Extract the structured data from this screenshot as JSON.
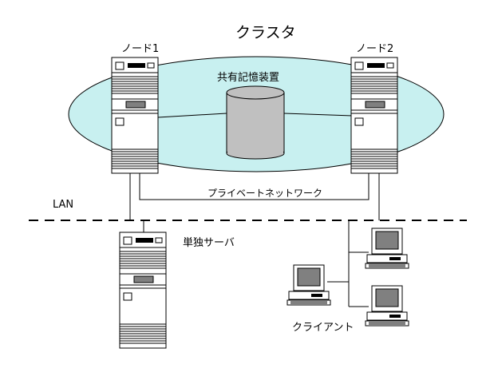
{
  "diagram": {
    "cluster_label": "クラスタ",
    "node1_label": "ノード1",
    "node2_label": "ノード2",
    "shared_storage_label": "共有記憶装置",
    "private_network_label": "プライベートネットワーク",
    "lan_label": "LAN",
    "standalone_server_label": "単独サーバ",
    "clients_label": "クライアント"
  },
  "colors": {
    "cluster_fill": "#c8f0f0",
    "storage_fill": "#c0c0c0",
    "line": "#000000",
    "server_fill": "#ffffff",
    "monitor_screen": "#808080"
  }
}
